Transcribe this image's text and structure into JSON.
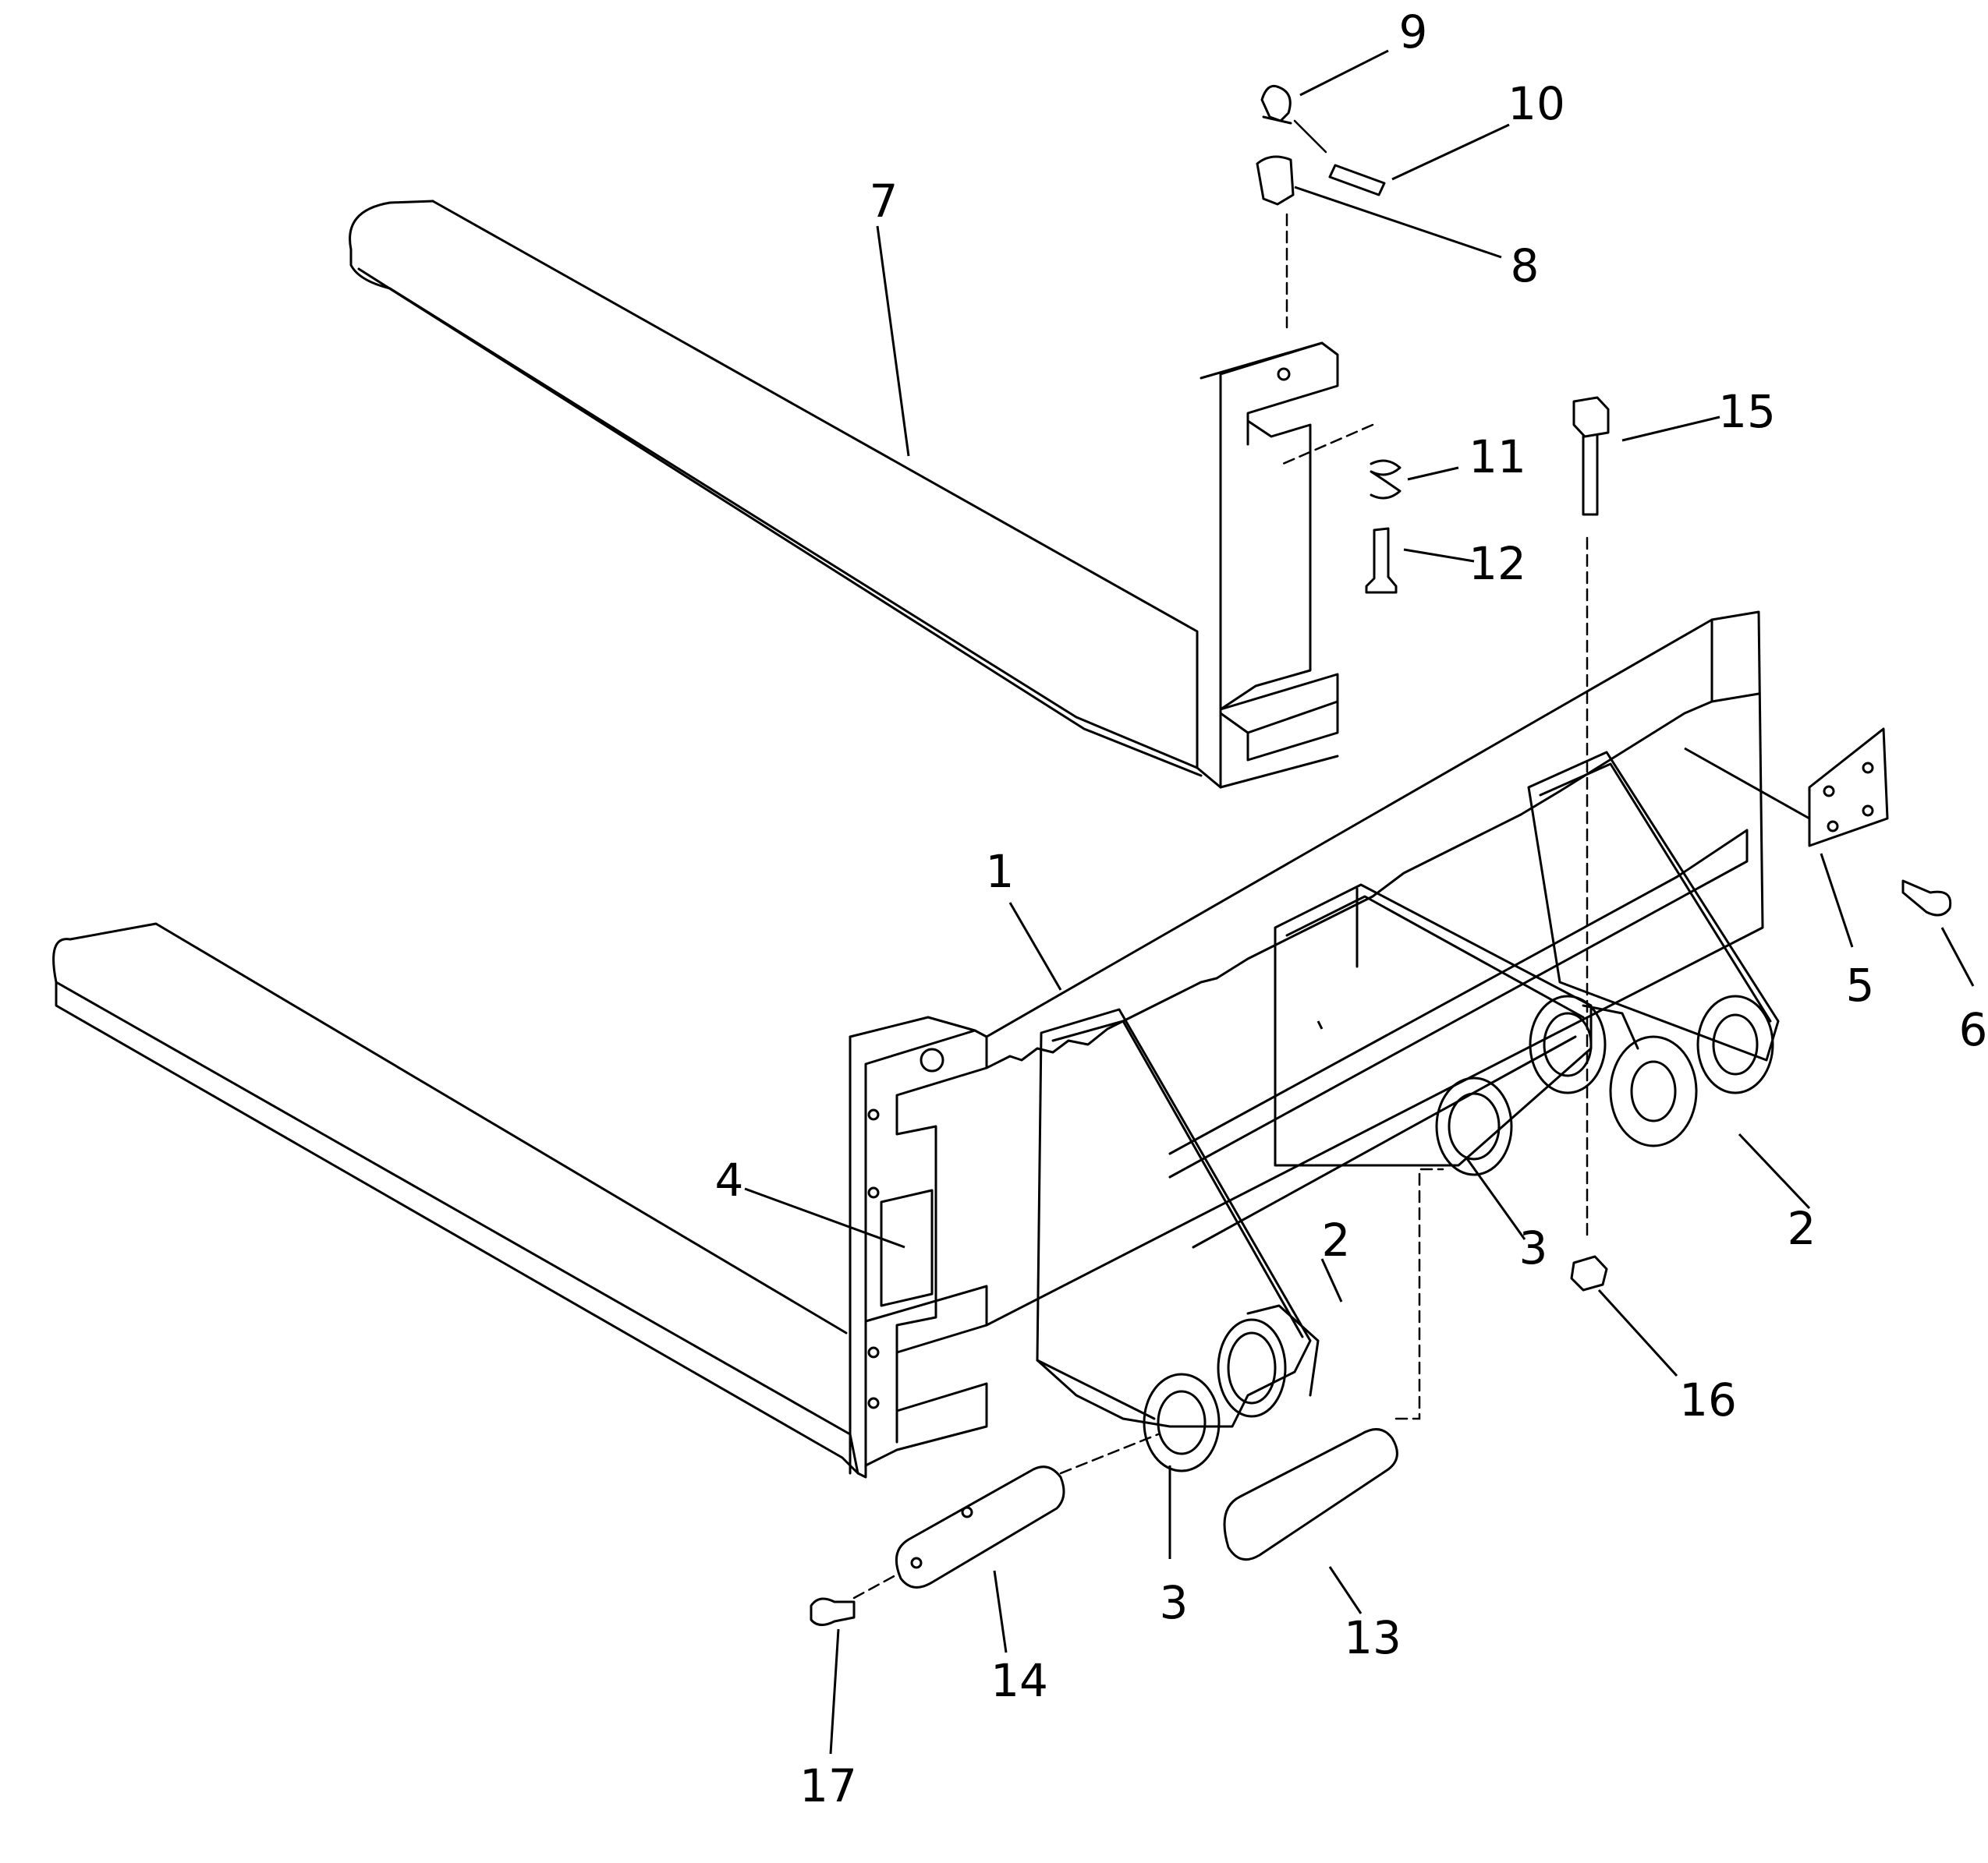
{
  "callouts": [
    "1",
    "2",
    "2",
    "3",
    "3",
    "4",
    "5",
    "6",
    "7",
    "8",
    "9",
    "10",
    "11",
    "12",
    "13",
    "14",
    "15",
    "16",
    "17"
  ]
}
